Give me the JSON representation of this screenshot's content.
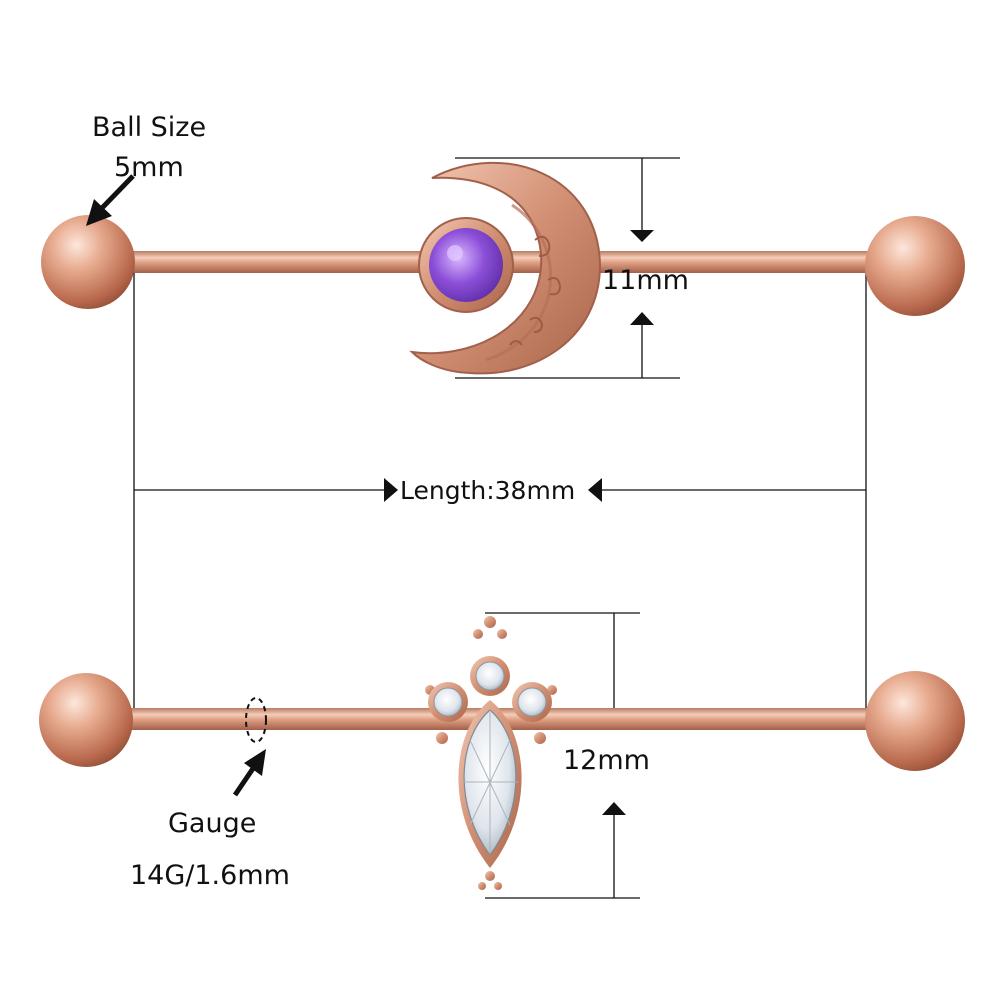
{
  "labels": {
    "ball_size_title": "Ball Size",
    "ball_size_value": "5mm",
    "moon_height": "11mm",
    "length": "Length:38mm",
    "jewel_height": "12mm",
    "gauge_title": "Gauge",
    "gauge_value": "14G/1.6mm"
  },
  "colors": {
    "rose_gold": "#d99a7e",
    "rose_gold_dark": "#a9664c",
    "rose_gold_light": "#f6d2c0",
    "opal": "#8a4fd6",
    "crystal": "#e9eef3",
    "line": "#111111"
  },
  "icons": [
    "moon-charm-icon",
    "marquise-crystal-charm-icon",
    "arrow-icon"
  ]
}
